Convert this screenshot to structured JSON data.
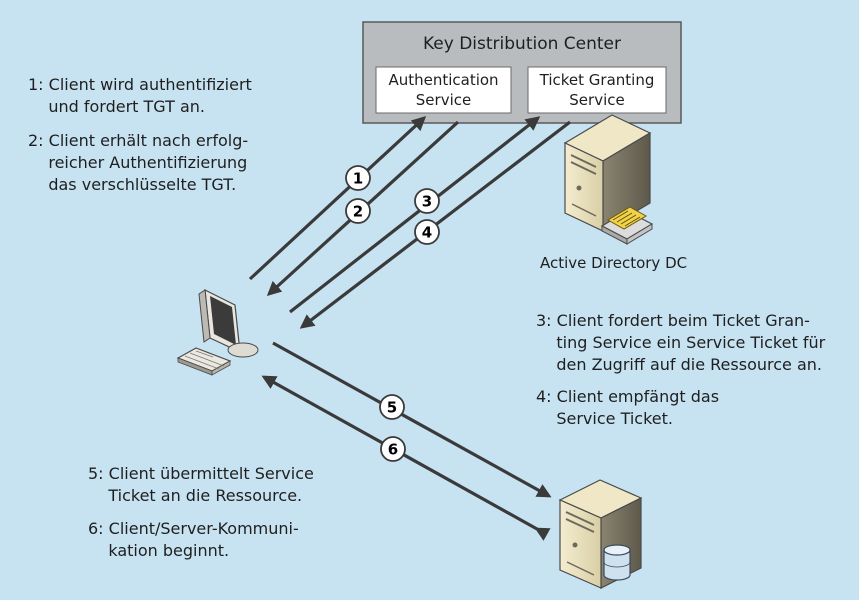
{
  "kdc": {
    "title": "Key Distribution Center",
    "as_label": "Authentication\nService",
    "tgs_label": "Ticket Granting\nService"
  },
  "server_label": "Active Directory DC",
  "steps": [
    "1",
    "2",
    "3",
    "4",
    "5",
    "6"
  ],
  "notes": {
    "n1": "1: Client wird authentifiziert\n    und fordert TGT an.",
    "n2": "2: Client erhält nach erfolg-\n    reicher Authentifizierung\n    das verschlüsselte TGT.",
    "n3": "3: Client fordert beim Ticket Gran-\n    ting Service ein Service Ticket für\n    den Zugriff auf die Ressource an.",
    "n4": "4: Client empfängt das\n    Service Ticket.",
    "n5": "5: Client übermittelt Service\n    Ticket an die Ressource.",
    "n6": "6: Client/Server-Kommuni-\n    kation beginnt."
  },
  "colors": {
    "background": "#c7e3f2",
    "kdc_fill": "#b9bcbe",
    "arrow": "#3a3a3a"
  },
  "icons": [
    "client-computer-icon",
    "domain-controller-server-icon",
    "resource-server-icon"
  ]
}
